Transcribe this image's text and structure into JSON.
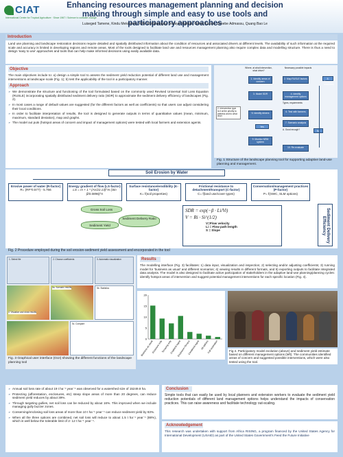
{
  "header": {
    "logo_text": "CIAT",
    "logo_sub": "International Center for Tropical Agriculture · Since 1967 / Science to cultivate change",
    "title": "Enhancing resources management planning and decision making through simple and easy to use tools and participatory approaches",
    "authors": "Luiseged Tamene, Kindu Mekonnen, Kifle Woldearegay, Tesfaye Yaekob, Girma Kassie, Zenebe Admassu, Quang Bao Le"
  },
  "introduction": {
    "heading": "Introduction",
    "body": "Land use planning and landscape restoration decisions require detailed and spatially distributed information about the condition of resources and associated drivers at different levels. The availability of such information at the required scale and accuracy is limited in developing regions and remote areas. Most of the tools designed to facilitate land use and resources management planning also require complex data and modelling structure. There is thus a need to design 'easy to use' approaches and tools that can help make informed decisions using easily available data."
  },
  "objective": {
    "heading": "Objective",
    "body": "The main objectives include to: a) design a simple tool to assess the sediment yield reduction potential of different land use and management interventions at landscape scale (Fig. 1); b) test the applicability of the tool in a participatory manner."
  },
  "approach": {
    "heading": "Approach",
    "items": [
      "We demonstrate the structure and functioning of the tool formulated based on the commonly used Revised Universal Soil Loss Equation (RUSLE) incorporating spatially distributed sediment delivery ratio (SDR) to approximate the sediment delivery efficiency of landscapes (Fig. 2).",
      "In most cases a range of default values are suggested (for the different factors as well as coefficients) so that users can adjust considering their local conditions.",
      "In order to facilitate interpretation of results, the tool is designed to generate outputs in terms of quantitative values (mean, minimum, maximum, standard deviation), map and graphs.",
      "The model out puts (hotspot areas of concern and impact of management options) were tested with local farmers and extension agents."
    ]
  },
  "fig1": {
    "caption": "Fig. 1 Structure of the landscape planning tool for supporting adaptive land-use planning and management.",
    "col1": "Where, at what intervention, what driver?",
    "col2": "Necessary possible impacts",
    "boxes": [
      "1. Identify areas of concern",
      "2. Map RUSLE factors",
      "3. Model SDR",
      "4. Identify management options",
      "5. Identify drivers",
      "6. Test with farmers",
      "7. Scenario analysis",
      "8. Compare outcomes",
      "9. Monitor NRM system",
      "10. Re-evaluate"
    ],
    "notes": [
      "Types, requirements",
      "2. Intervention type",
      "Is it at the priority to address and to what level",
      "A. Good enough?",
      "Yes",
      "No"
    ]
  },
  "erosion": {
    "heading": "Soil Erosion by Water",
    "factors": [
      {
        "title": "Erosive power of water (R-factor)",
        "formula": "R= (RF*0.577) - 5.766"
      },
      {
        "title": "Energy gradient of flow (LS-factor)",
        "formula": "LS = m + 1 * (As/22.13)^m (Sin β/0.0896)^n"
      },
      {
        "title": "Surface resistance/erodibility (K-factor)",
        "formula": "K= f(soil properties)"
      },
      {
        "title": "Frictional resistance to detachment/transport (C-factor)",
        "formula": "C= f(land use/cover types)"
      },
      {
        "title": "Conservation/management practices (P-factor)",
        "formula": "P= f(SWC, SLM options)"
      }
    ],
    "gross": "Gross Soil Loss",
    "sdr": "Sediment Delivery Ratio",
    "yield": "Sediment Yield",
    "eq1": "SDR = exp(−β · Li/Vi)",
    "eq2": "V = Ri · Si^(1/2)",
    "legend": [
      "V=Flow velocity",
      "Li = Flow path length",
      "S = Slope"
    ],
    "side": "Sediment Delivery Efficiency",
    "caption": "Fig. 2 Procedure employed during the soil erosion-sediment yield assessment and encorporated in the tool"
  },
  "results": {
    "heading": "Results",
    "body": "The modelling interface (Fig. 3) facilitates: 1) data input, visualization and inspection; 2) selecting and/or adjusting coefficients; 3) running model for 'business as usual' and different scenarios; 4) viewing results in different formats, and 5) exporting outputs to facilitate integrated data analysis. The model is also designed to facilitate active participation of stakeholders in the adaptive land-use planning/planning cycles: identify hotspot areas of intervention and suggest potential management interventions for each specific location (Fig. 4)."
  },
  "fig3": {
    "caption": "Fig. 3 Graphical user interface (GUI) showing the different functions of the landscape planning tool",
    "labels": [
      "1. Select file",
      "2. Choose coefficients",
      "3. Automatic visualization",
      "4. Visualize and show results",
      "5a. Scenario results",
      "5b. Statistics",
      "5c. Compare"
    ]
  },
  "chart_data": {
    "type": "bar",
    "ylabel": "",
    "categories": [
      "Business as usual",
      "Enclosure only",
      "Terracing only",
      "Cropland mgmt",
      "Enclosure+Terrace",
      "Combined mgmt",
      "All options",
      "Full restoration"
    ],
    "values": [
      15.2,
      9.3,
      7.1,
      10.5,
      3.2,
      2.4,
      1.5,
      0.9
    ],
    "ylim": [
      0,
      20
    ]
  },
  "fig4": {
    "caption": "Fig 4. Participatory model evolution (above) and sediment yield estimate based on different management options (left). The communities identified areas of concern and suggested possible interventions, which were also tested using the tool."
  },
  "findings": {
    "items": [
      "Annual soil loss rate of about 19 t ha⁻¹ year⁻¹ was observed for a watershed size of 15249.8 ha.",
      "Protecting (afforestation, enclosures, etc) steep slope areas of more than 20 degrees, can reduce sediment yield reduces by about 39%.",
      "Through targeting gullies, net soil loss can be reduced by about 16%. This improved when we include managing gully buzzer zones.",
      "Conserving/enclosing soil loss areas of more than 10 t ha⁻¹ year⁻¹ can reduce sediment yield by 83%.",
      "When all the three options are combined, net soil loss will reduce to about 1.5 t ha⁻¹ year⁻¹ (88%), which is well below the tolerable limit of 2- 12 t ha⁻¹ year⁻¹."
    ]
  },
  "conclusion": {
    "heading": "Conclusion",
    "body": "Simple tools that can easily be used by local planners and extension workers to evaluate the sediment yield reduction potentials of different land management options helps understand the impacts of conservation practices. This can raise awareness and facilitate technology out-scaling."
  },
  "acknowledgement": {
    "heading": "Acknowledgement",
    "body": "This research was undertaken with support from Africa RISING, a program financed by the United States Agency for International Development (USAID) as part of the United States Government's Feed the Future Initiative"
  },
  "colors": {
    "heading_red": "#c0392b",
    "title_blue": "#1f3a66",
    "bar_green": "#2d8a3e",
    "background": "#b9d1ea"
  }
}
